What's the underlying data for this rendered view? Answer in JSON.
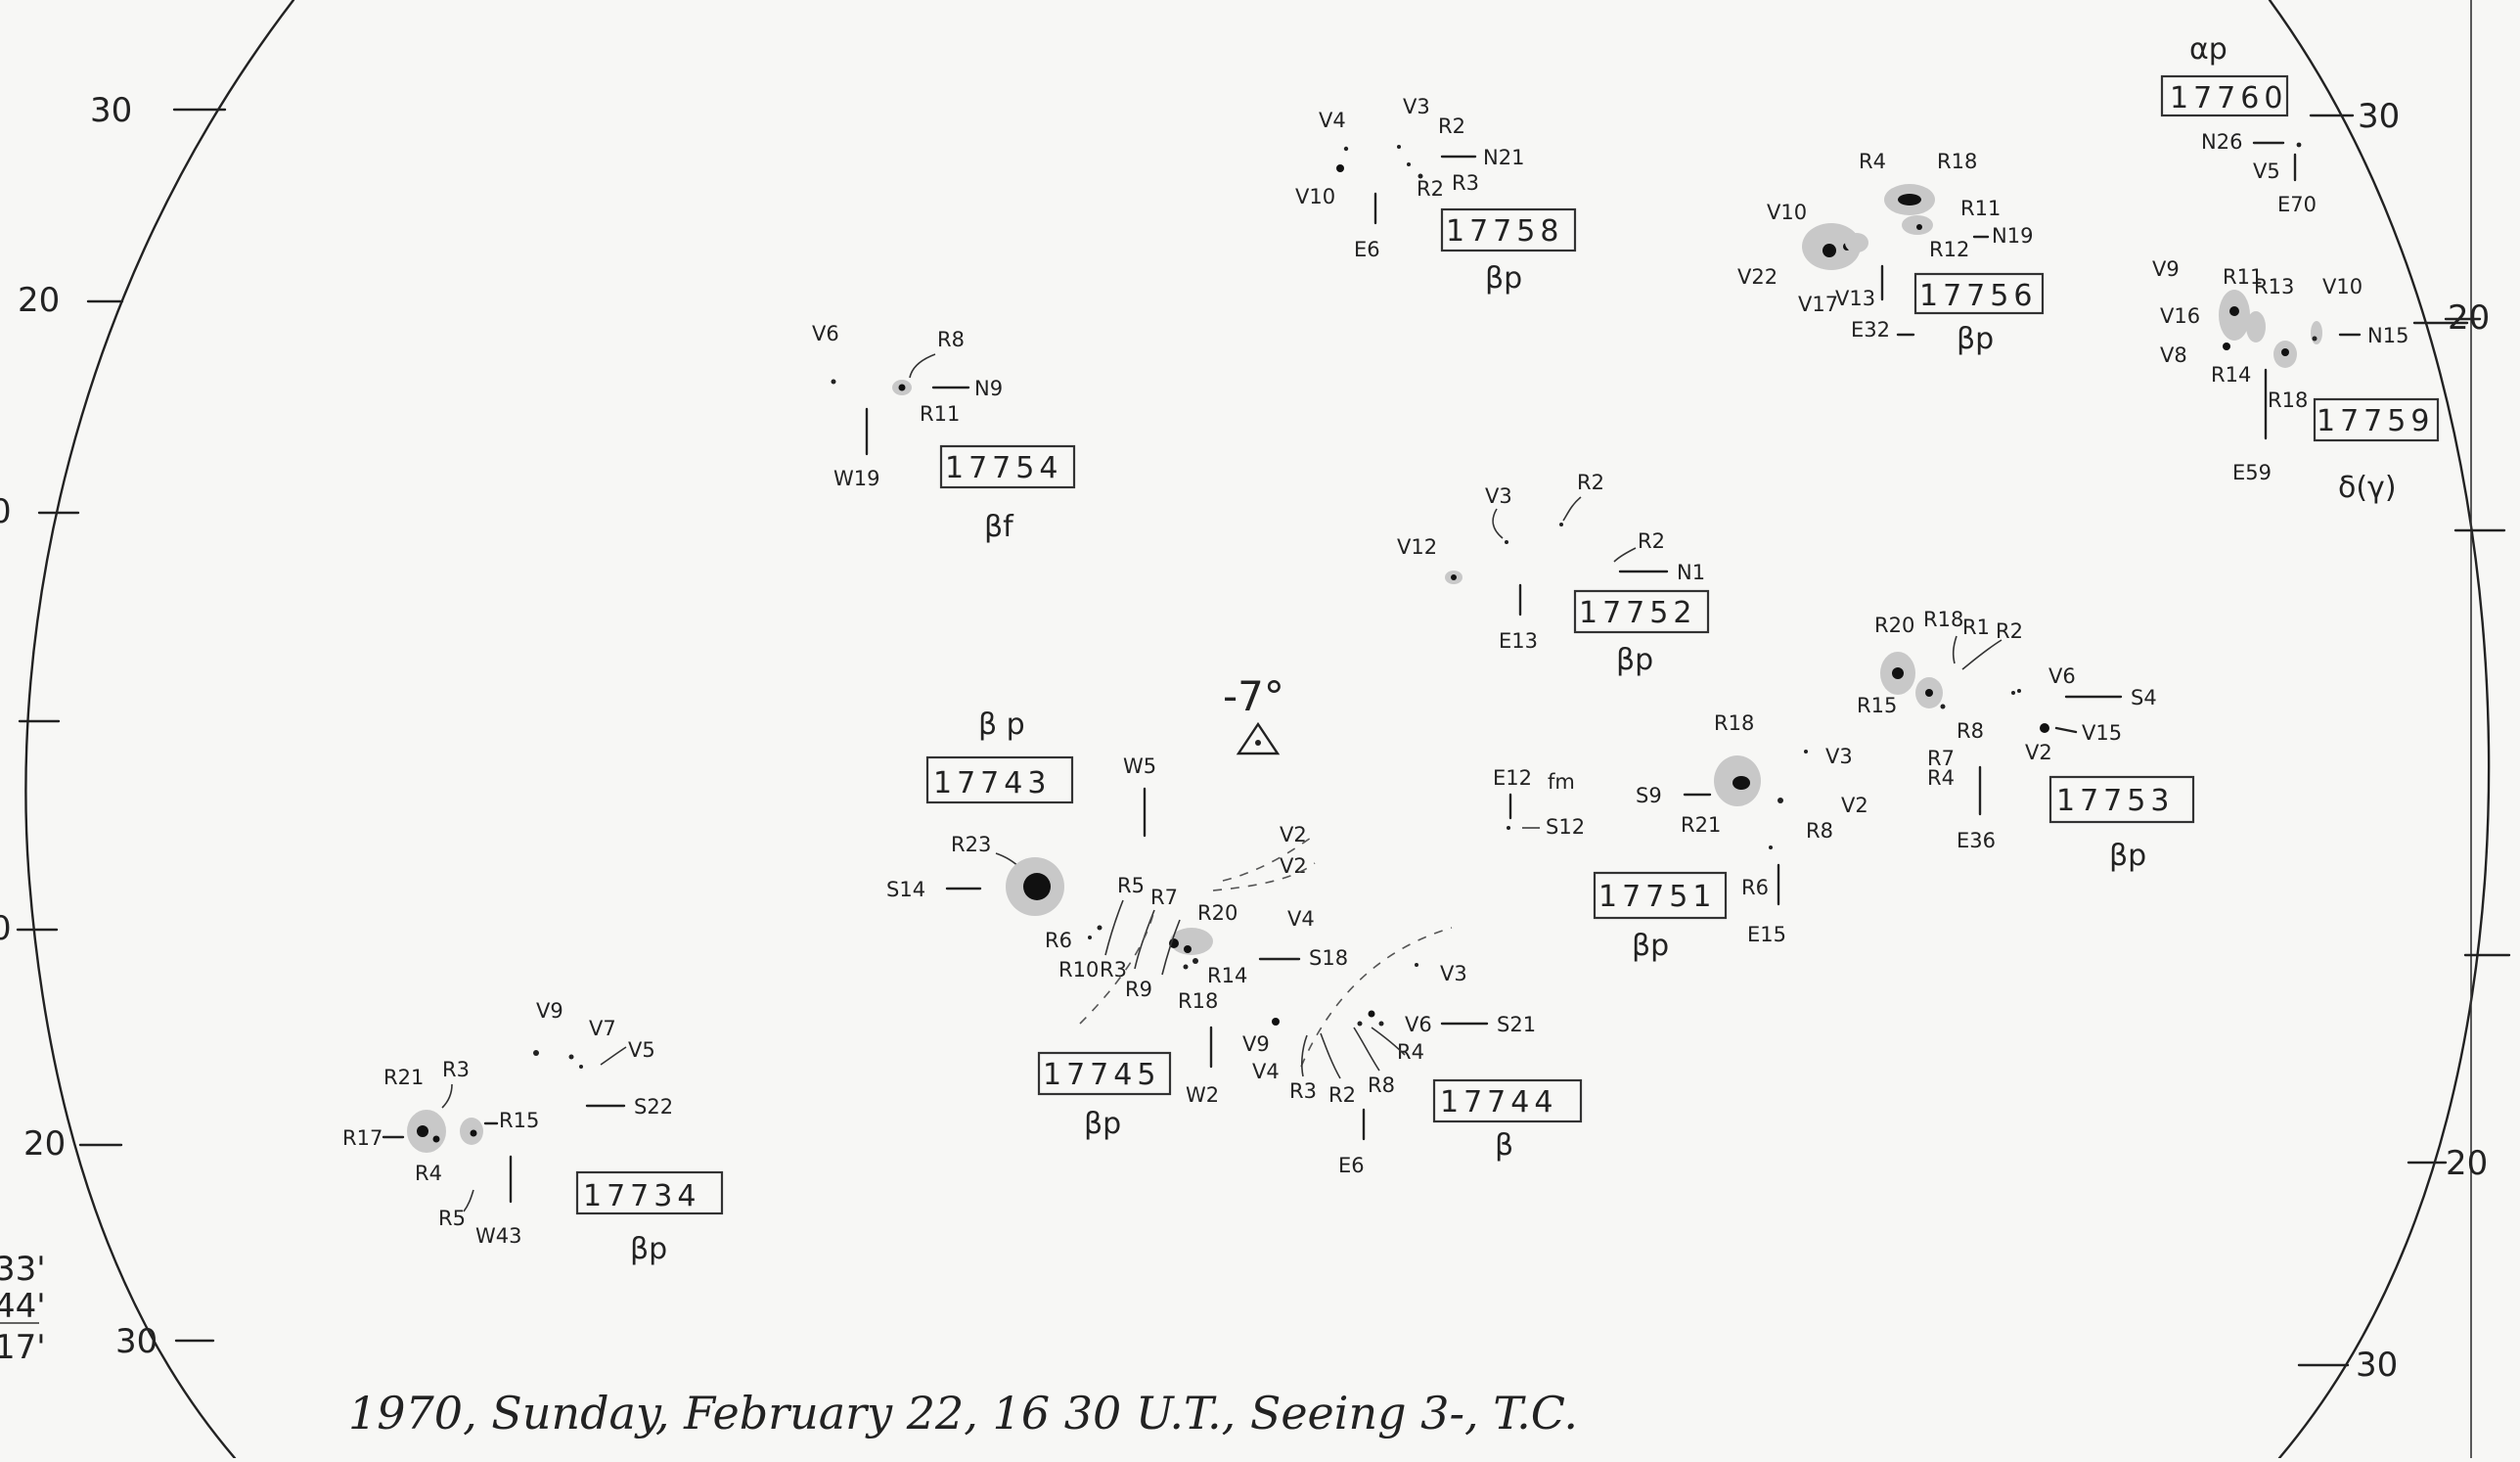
{
  "latitude_labels": {
    "left": [
      "30",
      "20",
      "0",
      "0",
      "20",
      "30"
    ],
    "right": [
      "30",
      "20",
      "20",
      "30"
    ]
  },
  "margin_notes": [
    "33'",
    "44'",
    "17'"
  ],
  "caption": "1970, Sunday, February 22, 16 30 U.T., Seeing 3-, T.C.",
  "rotation_mark": "-7°",
  "groups": [
    {
      "number": "17760",
      "class": "αp",
      "labels": [
        "N26",
        "V5",
        "E70"
      ]
    },
    {
      "number": "17758",
      "class": "βp",
      "labels": [
        "V4",
        "V3",
        "R2",
        "N21",
        "V10",
        "R2",
        "R3",
        "E6"
      ]
    },
    {
      "number": "17756",
      "class": "βp",
      "labels": [
        "R4",
        "R18",
        "R11",
        "N19",
        "R12",
        "V10",
        "V22",
        "V17",
        "V13",
        "E32"
      ]
    },
    {
      "number": "17759",
      "class": "δ(γ)",
      "labels": [
        "V9",
        "R11",
        "R13",
        "V10",
        "V16",
        "V8",
        "N15",
        "R14",
        "R18",
        "E59"
      ]
    },
    {
      "number": "17754",
      "class": "βf",
      "labels": [
        "V6",
        "R8",
        "N9",
        "R11",
        "W19"
      ]
    },
    {
      "number": "17752",
      "class": "βp",
      "labels": [
        "V3",
        "R2",
        "V12",
        "R2",
        "N1",
        "E13"
      ]
    },
    {
      "number": "17753",
      "class": "βp",
      "labels": [
        "R20",
        "R18",
        "R1",
        "R2",
        "R15",
        "V6",
        "S4",
        "R7",
        "R8",
        "V15",
        "R4",
        "V2",
        "E36"
      ]
    },
    {
      "number": "17751",
      "class": "βp",
      "labels": [
        "R18",
        "V3",
        "S9",
        "V2",
        "R21",
        "R8",
        "R6",
        "E15"
      ]
    },
    {
      "number": "17743",
      "class": "β p",
      "labels": [
        "R23",
        "S14"
      ]
    },
    {
      "number": "17745",
      "class": "βp",
      "labels": [
        "W5",
        "R5",
        "R7",
        "R20",
        "R6",
        "R10",
        "R3",
        "R9",
        "R18",
        "R14",
        "W2"
      ]
    },
    {
      "number": "17744",
      "class": "β",
      "labels": [
        "V2",
        "V2",
        "V4",
        "S18",
        "V3",
        "V9",
        "V4",
        "V6",
        "S21",
        "R4",
        "R3",
        "R2",
        "R8",
        "E6"
      ]
    },
    {
      "number": "17734",
      "class": "βp",
      "labels": [
        "V9",
        "V7",
        "V5",
        "R21",
        "R3",
        "R17",
        "R15",
        "S22",
        "R4",
        "R5",
        "W43"
      ]
    }
  ],
  "plage_note": {
    "text": "E12",
    "sub": "fm",
    "label": "S12"
  },
  "colors": {
    "paper": "#f7f7f5",
    "ink": "#222222",
    "penumbra": "#c8c8c8"
  }
}
